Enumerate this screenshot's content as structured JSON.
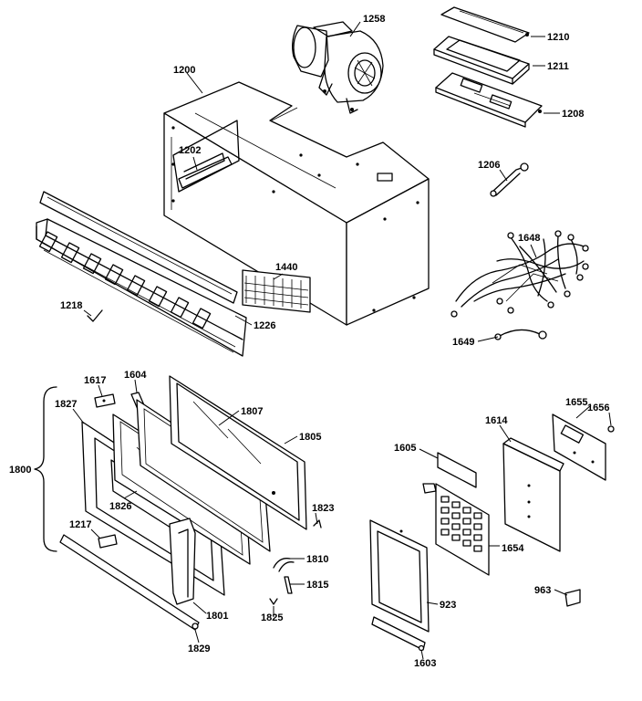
{
  "parts": [
    {
      "id": "p1258",
      "number": "1258"
    },
    {
      "id": "p1210",
      "number": "1210"
    },
    {
      "id": "p1211",
      "number": "1211"
    },
    {
      "id": "p1208",
      "number": "1208"
    },
    {
      "id": "p1200",
      "number": "1200"
    },
    {
      "id": "p1202",
      "number": "1202"
    },
    {
      "id": "p1206",
      "number": "1206"
    },
    {
      "id": "p1648",
      "number": "1648"
    },
    {
      "id": "p1440",
      "number": "1440"
    },
    {
      "id": "p1218",
      "number": "1218"
    },
    {
      "id": "p1226",
      "number": "1226"
    },
    {
      "id": "p1649",
      "number": "1649"
    },
    {
      "id": "p1617",
      "number": "1617"
    },
    {
      "id": "p1604",
      "number": "1604"
    },
    {
      "id": "p1827",
      "number": "1827"
    },
    {
      "id": "p1807",
      "number": "1807"
    },
    {
      "id": "p1805",
      "number": "1805"
    },
    {
      "id": "p1800",
      "number": "1800"
    },
    {
      "id": "p1826",
      "number": "1826"
    },
    {
      "id": "p1823",
      "number": "1823"
    },
    {
      "id": "p1217",
      "number": "1217"
    },
    {
      "id": "p1810",
      "number": "1810"
    },
    {
      "id": "p1815",
      "number": "1815"
    },
    {
      "id": "p1801",
      "number": "1801"
    },
    {
      "id": "p1825",
      "number": "1825"
    },
    {
      "id": "p1829",
      "number": "1829"
    },
    {
      "id": "p1655",
      "number": "1655"
    },
    {
      "id": "p1656",
      "number": "1656"
    },
    {
      "id": "p1614",
      "number": "1614"
    },
    {
      "id": "p1605",
      "number": "1605"
    },
    {
      "id": "p1654",
      "number": "1654"
    },
    {
      "id": "p923",
      "number": "923"
    },
    {
      "id": "p963",
      "number": "963"
    },
    {
      "id": "p1603",
      "number": "1603"
    }
  ]
}
